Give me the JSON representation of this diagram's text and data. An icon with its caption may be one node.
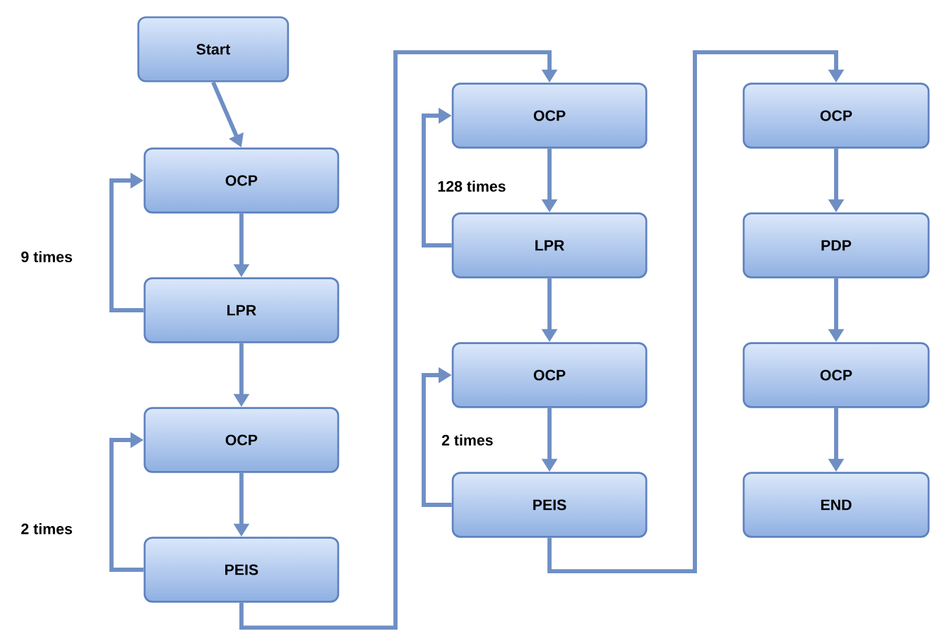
{
  "diagram": {
    "nodes": [
      {
        "text": [
          "Start"
        ]
      },
      {
        "text": [
          "OCP"
        ]
      },
      {
        "text": [
          "LPR"
        ]
      },
      {
        "text": [
          "OCP"
        ]
      },
      {
        "text": [
          "PEIS"
        ]
      },
      {
        "text": [
          "OCP"
        ]
      },
      {
        "text": [
          "LPR"
        ]
      },
      {
        "text": [
          "OCP"
        ]
      },
      {
        "text": [
          "PEIS"
        ]
      },
      {
        "text": [
          "OCP"
        ]
      },
      {
        "text": [
          "PDP"
        ]
      },
      {
        "text": [
          "OCP"
        ]
      },
      {
        "text": [
          "END"
        ]
      }
    ],
    "edges": [
      {
        "from": 0,
        "to": 1,
        "arrow": "to"
      },
      {
        "from": 1,
        "to": 2,
        "arrow": "to"
      },
      {
        "from": 2,
        "to": 1,
        "arrow": "to",
        "label": "9 times"
      },
      {
        "from": 2,
        "to": 3,
        "arrow": "to"
      },
      {
        "from": 3,
        "to": 4,
        "arrow": "to"
      },
      {
        "from": 4,
        "to": 3,
        "arrow": "to",
        "label": "2 times"
      },
      {
        "from": 4,
        "to": 5,
        "arrow": "to"
      },
      {
        "from": 5,
        "to": 6,
        "arrow": "to"
      },
      {
        "from": 6,
        "to": 5,
        "arrow": "to",
        "label": "128 times"
      },
      {
        "from": 6,
        "to": 7,
        "arrow": "to"
      },
      {
        "from": 7,
        "to": 8,
        "arrow": "to"
      },
      {
        "from": 8,
        "to": 7,
        "arrow": "to",
        "label": "2 times"
      },
      {
        "from": 8,
        "to": 9,
        "arrow": "to"
      },
      {
        "from": 9,
        "to": 10,
        "arrow": "to"
      },
      {
        "from": 10,
        "to": 11,
        "arrow": "to"
      },
      {
        "from": 11,
        "to": 12,
        "arrow": "to"
      }
    ]
  }
}
